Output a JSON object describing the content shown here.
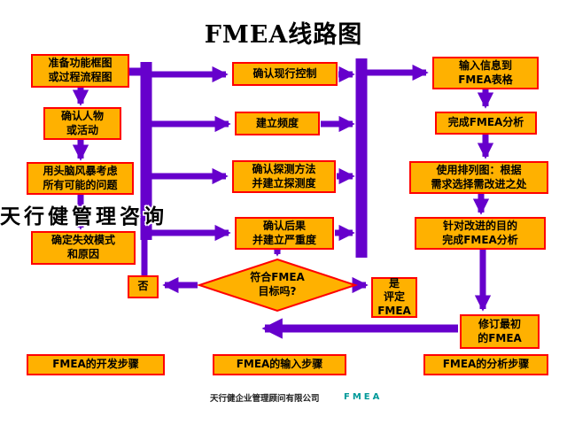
{
  "title": "FMEA线路图",
  "watermark": "天行健管理咨询",
  "colors": {
    "box_fill": "#FFB100",
    "box_border": "#FF0000",
    "arrow": "#6600CC",
    "fmea_teal": "#009999"
  },
  "nodes": {
    "prepare": "准备功能框图\n或过程流程图",
    "confirm_people": "确认人物\n或活动",
    "brainstorm": "用头脑风暴考虑\n所有可能的问题",
    "failure_mode": "确定失效模式\n和原因",
    "no": "否",
    "current_control": "确认现行控制",
    "frequency": "建立频度",
    "detection": "确认探测方法\n并建立探测度",
    "severity": "确认后果\n并建立严重度",
    "goal_check": "符合FMEA\n目标吗?",
    "yes_evaluate": "是\n评定\nFMEA",
    "input_info": "输入信息到\nFMEA表格",
    "complete_analysis": "完成FMEA分析",
    "pareto": "使用排列图：根据\n需求选择需改进之处",
    "improve_analysis": "针对改进的目的\n完成FMEA分析",
    "revise": "修订最初\n的FMEA",
    "step_dev": "FMEA的开发步骤",
    "step_input": "FMEA的输入步骤",
    "step_analysis": "FMEA的分析步骤"
  },
  "footer": {
    "company": "天行健企业管理顾问有限公司",
    "brand": "FMEA"
  }
}
